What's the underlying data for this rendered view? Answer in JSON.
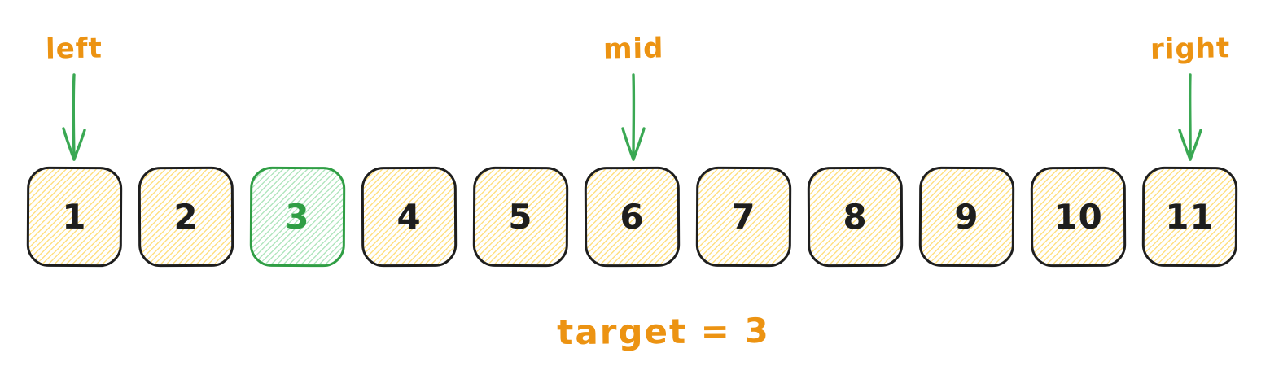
{
  "diagram": {
    "type": "binary-search-array-visualization",
    "pointers": [
      {
        "id": "left",
        "label": "left",
        "points_to_value": "1",
        "points_to_index": 0
      },
      {
        "id": "mid",
        "label": "mid",
        "points_to_value": "6",
        "points_to_index": 5
      },
      {
        "id": "right",
        "label": "right",
        "points_to_value": "11",
        "points_to_index": 10
      }
    ],
    "array": {
      "values": [
        "1",
        "2",
        "3",
        "4",
        "5",
        "6",
        "7",
        "8",
        "9",
        "10",
        "11"
      ],
      "highlighted_value": "3",
      "highlighted_index": 2
    },
    "caption": "target = 3",
    "icons": {
      "pointer_arrow": "down-arrow-icon"
    },
    "colors": {
      "label_orange": "#ec9312",
      "arrow_green": "#3aa853",
      "highlight_green": "#2f9e44",
      "highlight_hatch_green": "#b2e6bf",
      "box_border_dark": "#1e1e1e",
      "box_hatch_yellow": "#ffe083",
      "background": "#ffffff"
    }
  }
}
